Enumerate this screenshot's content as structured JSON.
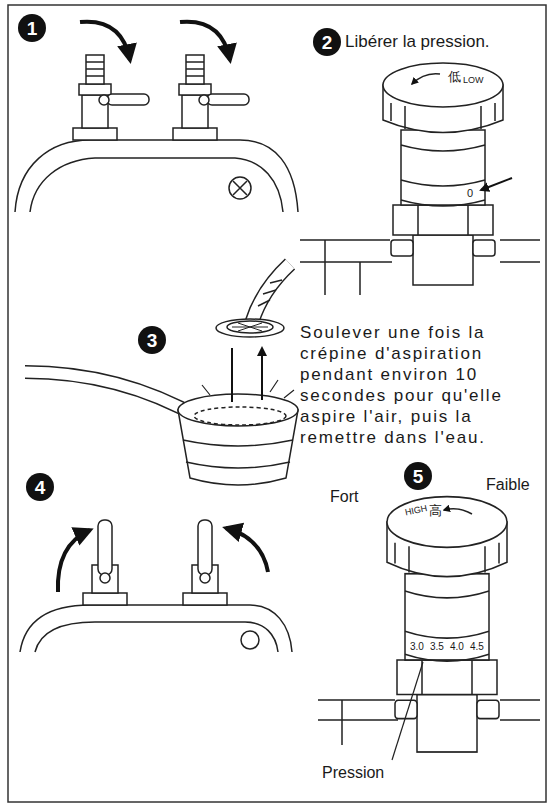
{
  "diagram": {
    "nodes": [
      {
        "text": [
          "1"
        ]
      },
      {
        "text": [
          "2"
        ]
      },
      {
        "text": [
          "3"
        ]
      },
      {
        "text": [
          "4"
        ]
      },
      {
        "text": [
          "5"
        ]
      }
    ],
    "labels": [
      "Libérer la pression.",
      "低",
      "LOW",
      "0",
      "Soulever une fois la crépine d'aspiration pendant environ 10 secondes pour qu'elle aspire l'air, puis la remettre dans l'eau.",
      "Fort",
      "Faible",
      "HIGH",
      "高",
      "3.0",
      "3.5",
      "4.0",
      "4.5",
      "Pression"
    ]
  }
}
